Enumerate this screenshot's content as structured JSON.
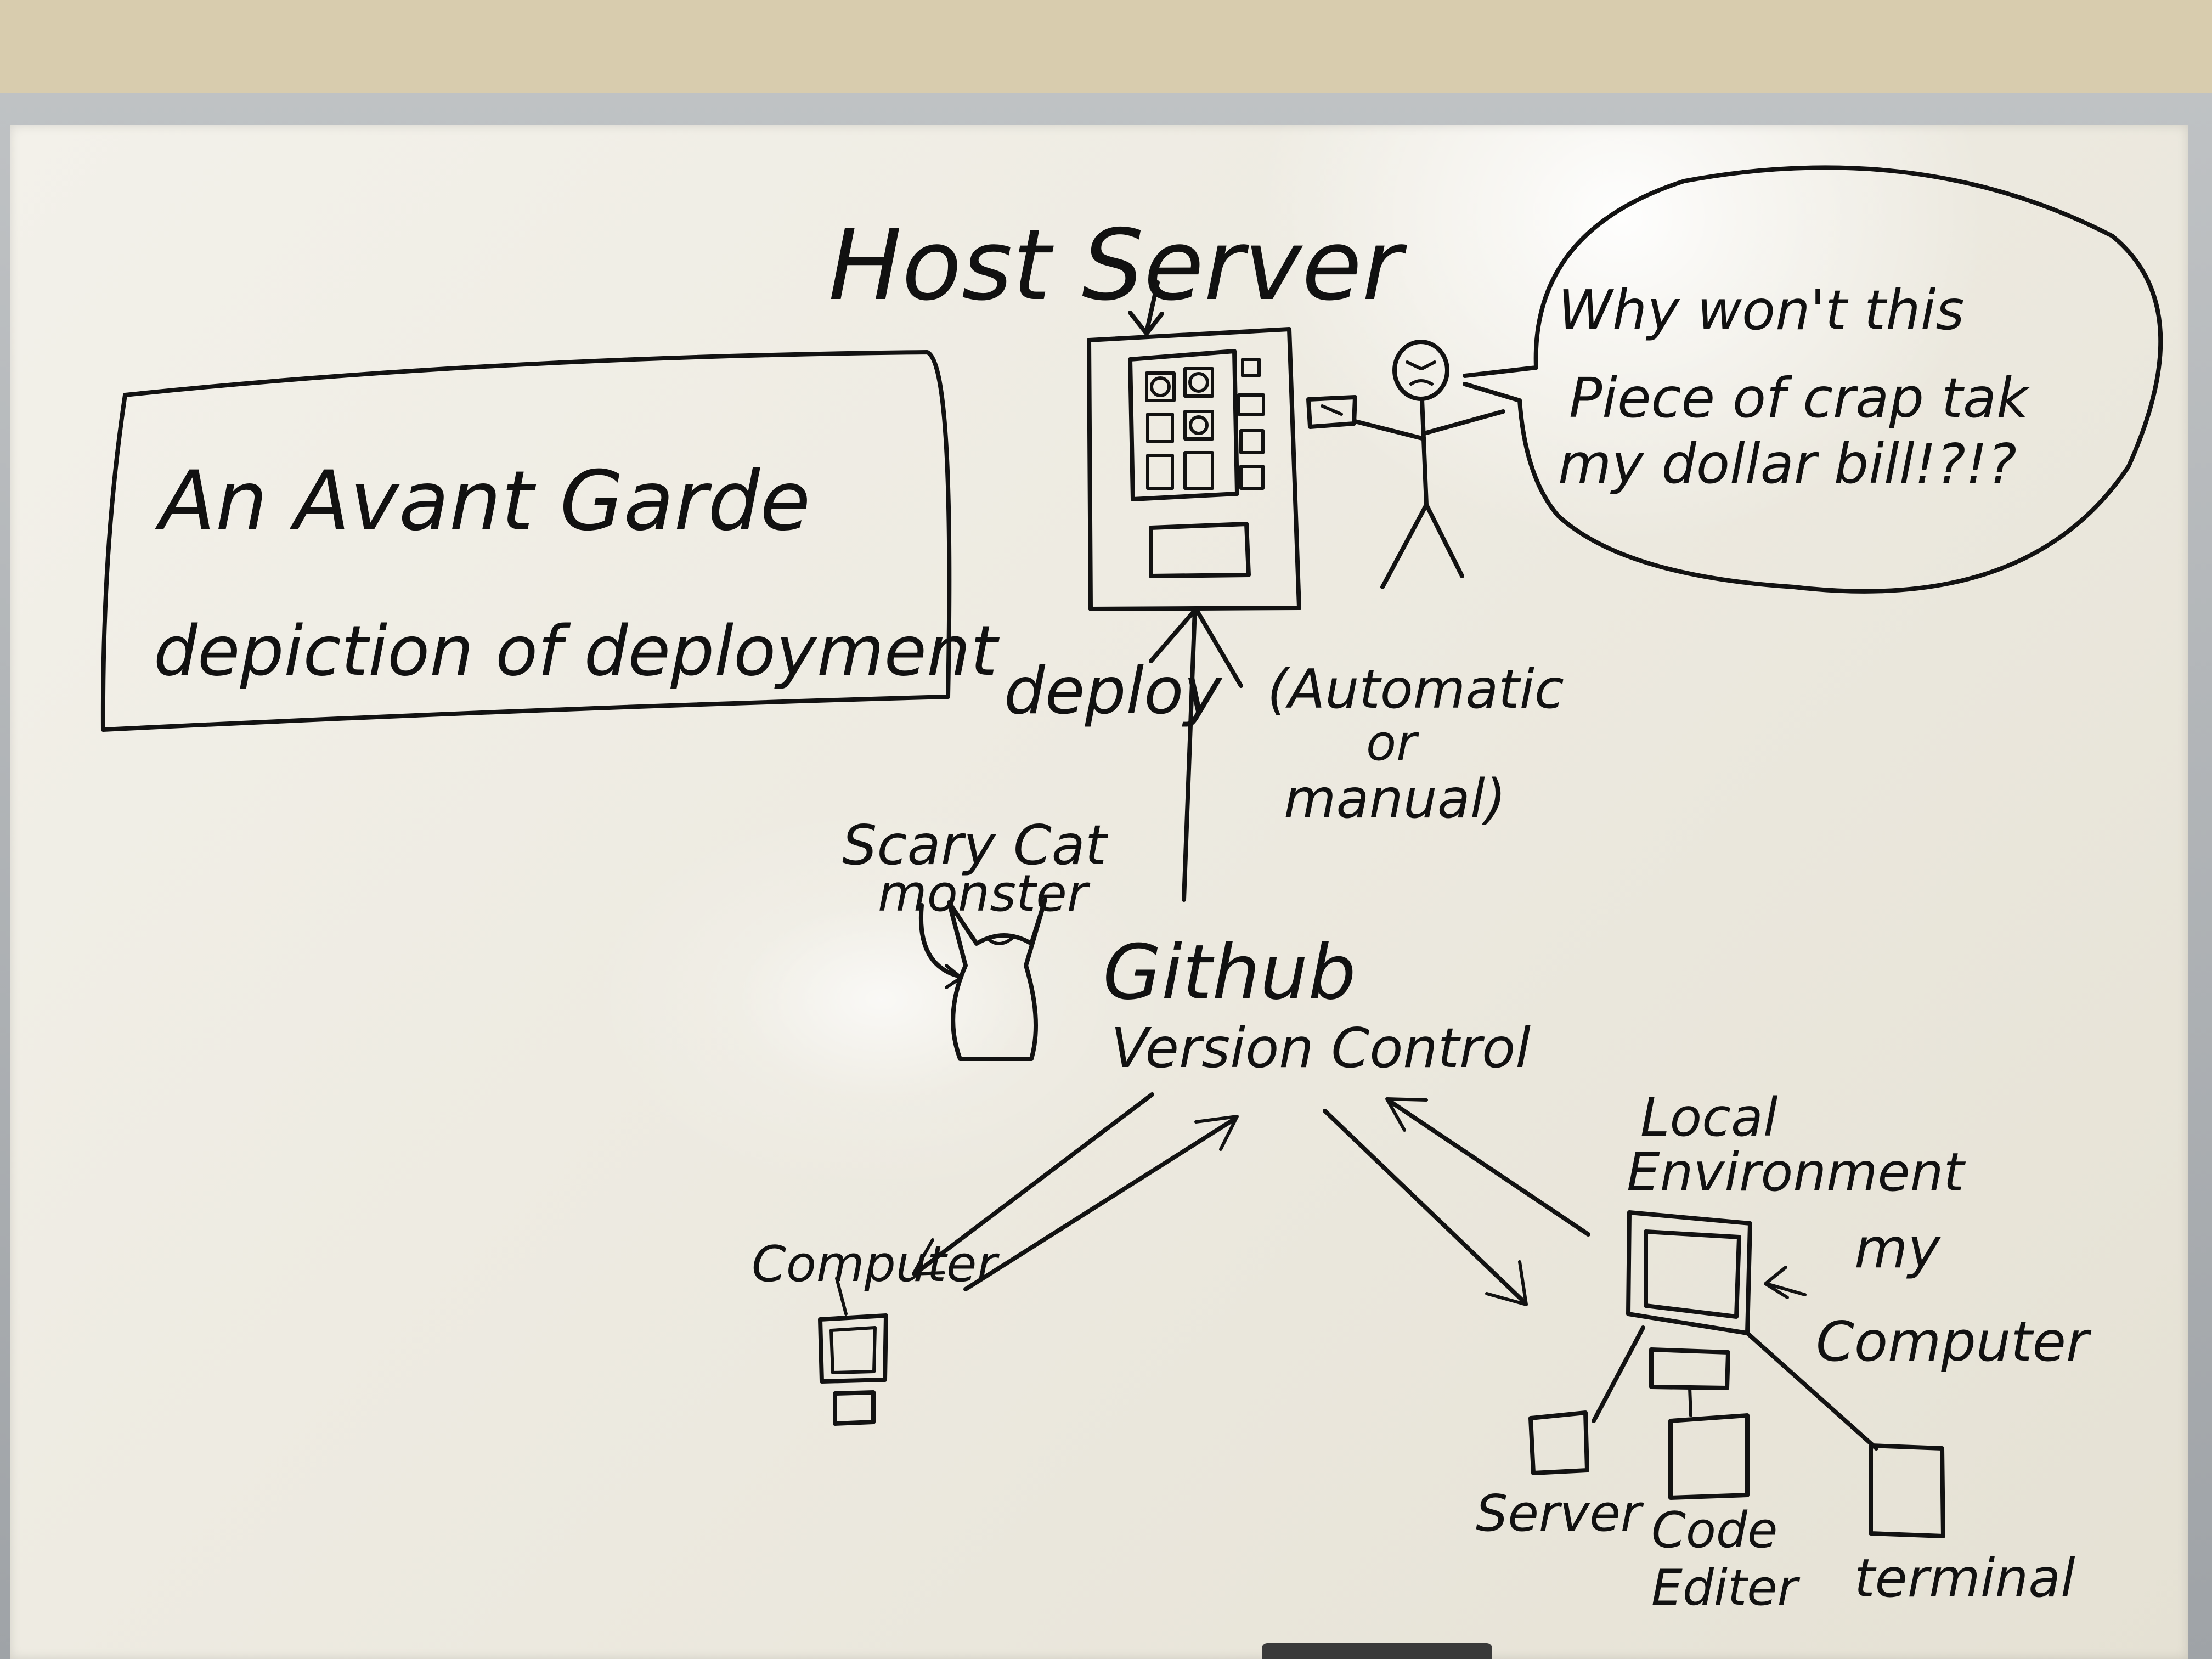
{
  "title_box": {
    "line1": "An Avant Garde",
    "line2": "depiction of deployment"
  },
  "host_server": {
    "label": "Host Server"
  },
  "speech_bubble": {
    "line1": "Why won't this",
    "line2": "Piece of crap tak",
    "line3": "my dollar bill!?!?"
  },
  "deploy_arrow": {
    "label": "deploy",
    "note_line1": "(Automatic",
    "note_line2": "or",
    "note_line3": "manual)"
  },
  "cat": {
    "label_line1": "Scary Cat",
    "label_line2": "monster"
  },
  "github": {
    "line1": "Github",
    "line2": "Version Control"
  },
  "left_computer": {
    "label": "Computer"
  },
  "local_env": {
    "line1": "Local",
    "line2": "Environment",
    "my_line1": "my",
    "my_line2": "Computer",
    "server_label": "Server",
    "code_line1": "Code",
    "code_line2": "Editer",
    "terminal_label": "terminal"
  }
}
